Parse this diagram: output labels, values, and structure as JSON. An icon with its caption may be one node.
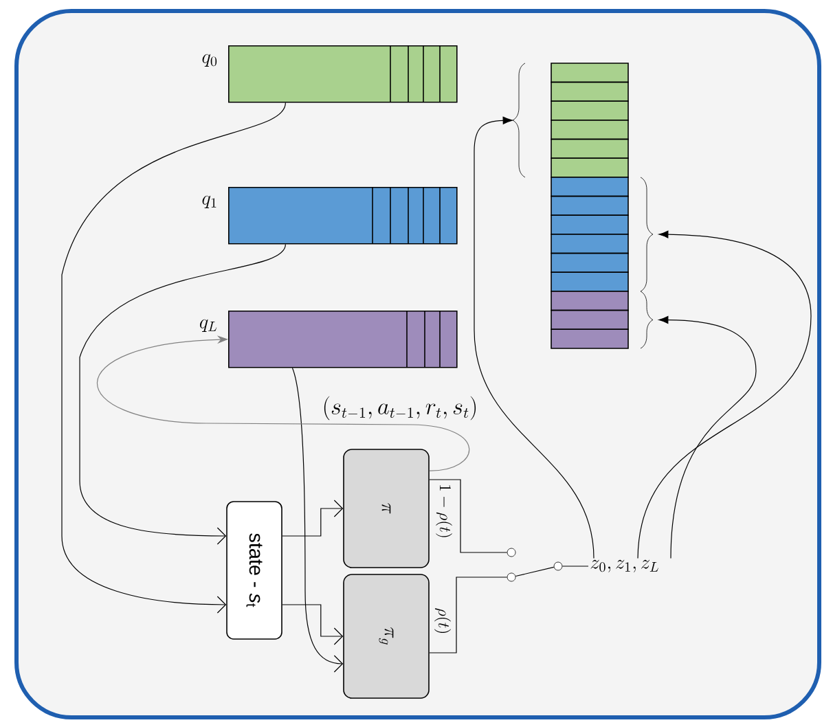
{
  "diagram": {
    "nodes": [
      {
        "text": [
          "q_0"
        ]
      },
      {
        "text": [
          "q_1"
        ]
      },
      {
        "text": [
          "q_L"
        ]
      },
      {
        "text": [],
        "shape": "bar"
      },
      {
        "text": [],
        "shape": "bar"
      },
      {
        "text": [],
        "shape": "bar"
      },
      {
        "text": [
          "state - *s*$_{t}$"
        ]
      },
      {
        "text": [
          "\\pi"
        ]
      },
      {
        "text": [
          "\\pi_g"
        ]
      },
      {
        "text": [],
        "shape": "circle"
      },
      {
        "text": [],
        "shape": "circle"
      },
      {
        "text": [],
        "shape": "circle"
      },
      {
        "text": [
          "z_0, z_1, z_L"
        ]
      }
    ],
    "edges": [
      {
        "from": 0,
        "to": 6,
        "arrow": "to"
      },
      {
        "from": 1,
        "to": 6,
        "arrow": "to"
      },
      {
        "from": 2,
        "to": 8,
        "arrow": "to"
      },
      {
        "from": 6,
        "to": 7,
        "arrow": "to"
      },
      {
        "from": 6,
        "to": 8,
        "arrow": "to"
      },
      {
        "from": 7,
        "to": 2,
        "arrow": "to",
        "label": "(s_{t-1}, a_{t-1}, r_t, s_t)",
        "color": "#808080"
      },
      {
        "from": 7,
        "to": 9,
        "arrow": "none",
        "label": "1 - \\rho(t)"
      },
      {
        "from": 8,
        "to": 10,
        "arrow": "none",
        "label": "\\rho(t)"
      },
      {
        "from": 10,
        "to": 11,
        "arrow": "none"
      },
      {
        "from": 11,
        "to": 12,
        "arrow": "none"
      },
      {
        "from": 12,
        "to": 3,
        "arrow": "to"
      },
      {
        "from": 12,
        "to": 4,
        "arrow": "to"
      },
      {
        "from": 12,
        "to": 5,
        "arrow": "to"
      }
    ]
  }
}
